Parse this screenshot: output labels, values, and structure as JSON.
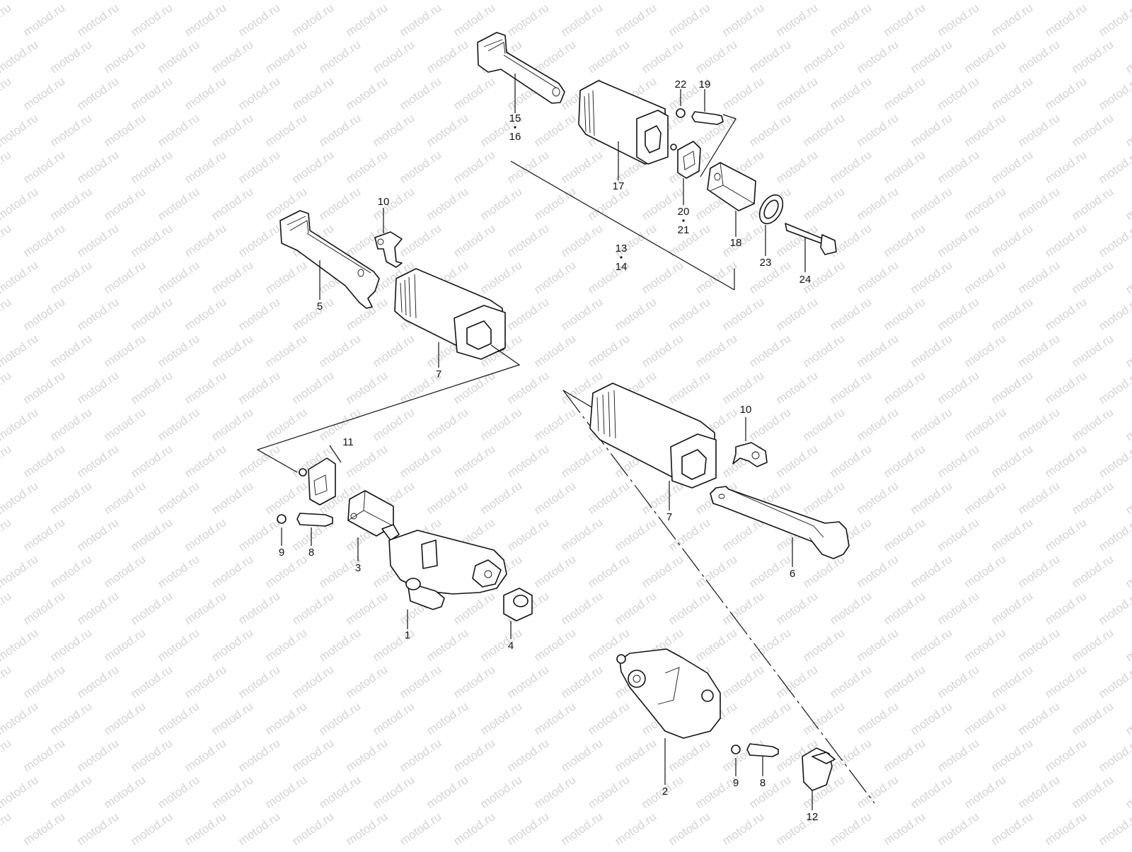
{
  "watermark": "motod.ru",
  "callouts": {
    "c1": "1",
    "c2": "2",
    "c3": "3",
    "c4": "4",
    "c5": "5",
    "c6": "6",
    "c7a": "7",
    "c7b": "7",
    "c8a": "8",
    "c8b": "8",
    "c9a": "9",
    "c9b": "9",
    "c10a": "10",
    "c10b": "10",
    "c11": "11",
    "c12": "12",
    "c13": "13",
    "c14": "14",
    "c15": "15",
    "c16": "16",
    "c17": "17",
    "c18": "18",
    "c19": "19",
    "c20": "20",
    "c21": "21",
    "c22": "22",
    "c23": "23",
    "c24": "24"
  }
}
